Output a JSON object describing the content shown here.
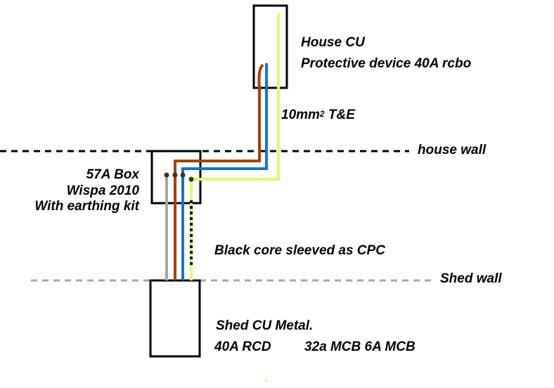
{
  "labels": {
    "house_cu_title": "House CU",
    "house_cu_protective": "Protective device 40A rcbo",
    "cable_prefix": "10mm",
    "cable_superscript": "2",
    "cable_suffix": " T&E",
    "house_wall": "house wall",
    "box_line1": "57A Box",
    "box_line2": "Wispa 2010",
    "box_line3": "With earthing kit",
    "black_core": "Black core sleeved as CPC",
    "shed_wall": "Shed wall",
    "shed_cu_title": "Shed CU Metal.",
    "shed_cu_rcd": "40A RCD",
    "shed_cu_mcbs": "32a MCB 6A MCB"
  },
  "colors": {
    "brown": "#a5400c",
    "blue": "#1673d1",
    "green_yellow": "#d9ff6e",
    "grey": "#a6a6a6",
    "black": "#000000",
    "shed_wall_line": "#a6a6a6",
    "house_wall_line": "#000000"
  },
  "icons": {
    "junction_terminals": "terminal-dot-icon"
  }
}
